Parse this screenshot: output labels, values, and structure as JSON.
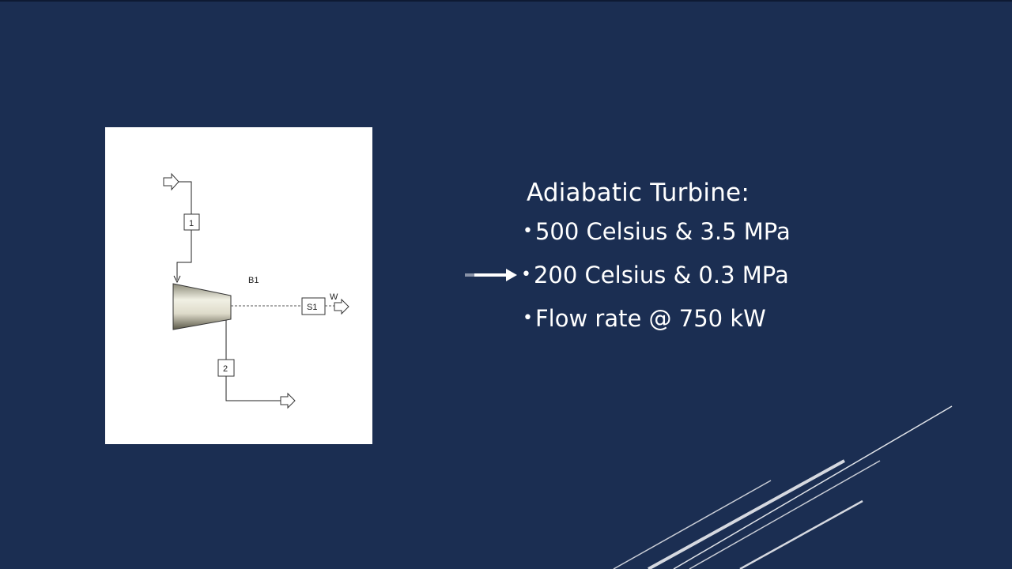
{
  "diagram": {
    "block_label": "B1",
    "stream_inlet": "1",
    "stream_outlet": "2",
    "work_stream": "S1",
    "work_label": "W"
  },
  "slide": {
    "heading": "Adiabatic Turbine:",
    "bullets": [
      "500 Celsius & 3.5 MPa",
      "200 Celsius & 0.3 MPa",
      "Flow rate @ 750 kW"
    ],
    "bullet_symbol": "•"
  },
  "colors": {
    "background": "#1b2e52",
    "panel": "#ffffff",
    "text": "#ffffff"
  }
}
